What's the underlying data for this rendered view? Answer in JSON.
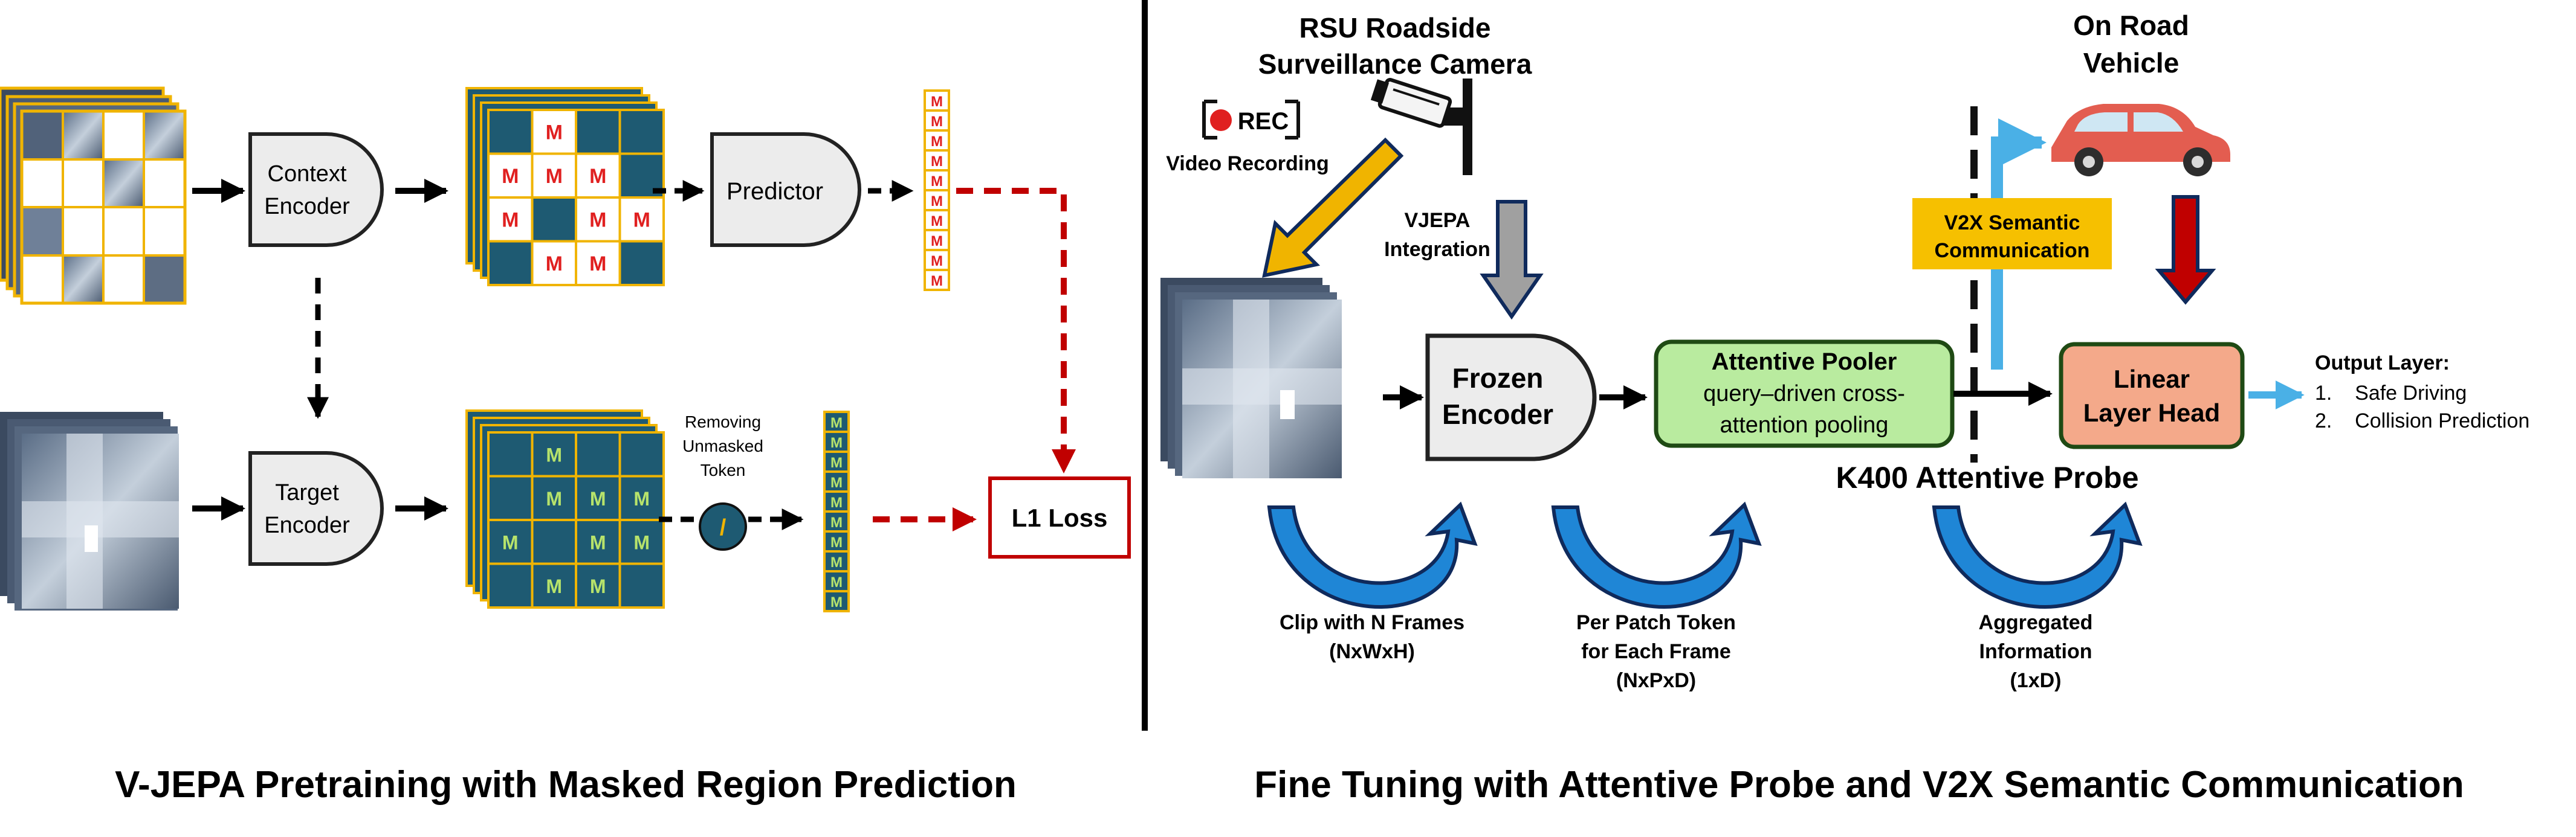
{
  "left_panel": {
    "context_encoder": [
      "Context",
      "Encoder"
    ],
    "target_encoder": [
      "Target",
      "Encoder"
    ],
    "predictor": "Predictor",
    "removing_unmasked_token": [
      "Removing",
      "Unmasked",
      "Token"
    ],
    "slash_symbol": "/",
    "mask_letter": "M",
    "l1_loss": "L1 Loss",
    "caption": "V-JEPA Pretraining with Masked Region Prediction"
  },
  "right_panel": {
    "rsu_camera": [
      "RSU Roadside",
      "Surveillance Camera"
    ],
    "rec_badge": "REC",
    "video_recording": "Video Recording",
    "vjepa_integration": [
      "VJEPA",
      "Integration"
    ],
    "frozen_encoder": [
      "Frozen",
      "Encoder"
    ],
    "attentive_pooler_title": "Attentive Pooler",
    "attentive_pooler_desc": [
      "query–driven cross-",
      "attention pooling"
    ],
    "k400_probe": "K400 Attentive Probe",
    "on_road_vehicle": [
      "On Road",
      "Vehicle"
    ],
    "v2x_comm": [
      "V2X Semantic",
      "Communication"
    ],
    "linear_head": [
      "Linear",
      "Layer Head"
    ],
    "output_layer_title": "Output Layer:",
    "outputs": [
      "1.    Safe Driving",
      "2.    Collision Prediction"
    ],
    "clip_label": [
      "Clip with N Frames",
      "(NxWxH)"
    ],
    "patch_label": [
      "Per Patch Token",
      "for Each Frame",
      "(NxPxD)"
    ],
    "aggregated_label": [
      "Aggregated",
      "Information",
      "(1xD)"
    ],
    "caption": "Fine Tuning with Attentive Probe and V2X Semantic Communication"
  },
  "colors": {
    "teal": "#1e5a72",
    "grid_line": "#f0b400",
    "mask_red": "#e02020",
    "mask_green": "#b7e36b",
    "loss_red": "#c00000",
    "gold_arrow": "#f0b400",
    "navy": "#0f2a5c",
    "blue_curve": "#1f86d6",
    "sky_arrow": "#4ab0e6",
    "pooler_fill": "#b9eb9f",
    "head_fill": "#f4a98a",
    "box_gray": "#ececec"
  }
}
